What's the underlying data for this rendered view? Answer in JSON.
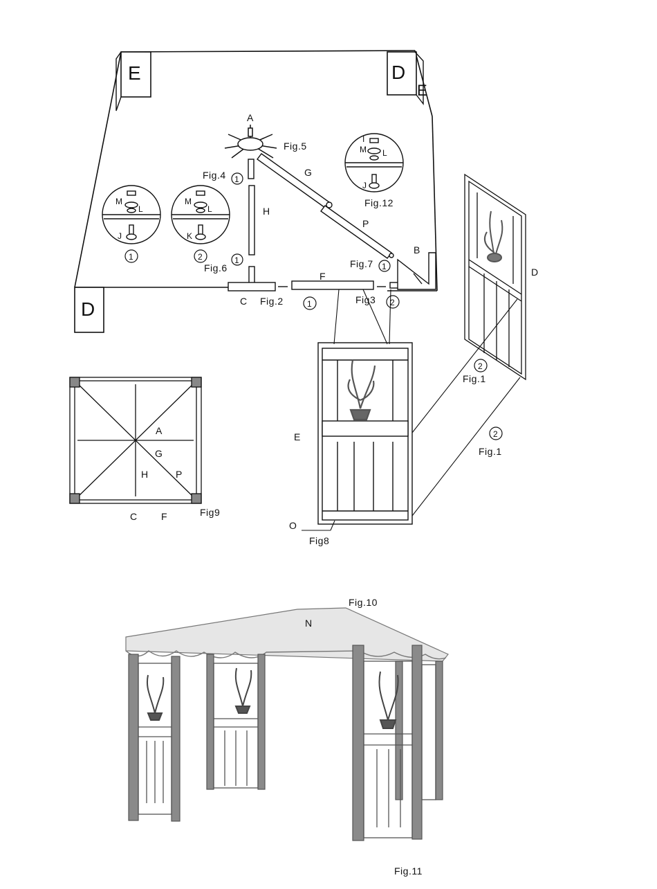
{
  "callouts": {
    "corner_top_left": "E",
    "corner_top_right_d": "D",
    "corner_top_right_e": "E",
    "corner_bottom_left": "D",
    "A": "A",
    "G": "G",
    "H": "H",
    "P": "P",
    "B": "B",
    "C": "C",
    "F": "F",
    "E_panel": "E",
    "D_panel": "D",
    "O": "O",
    "N": "N",
    "one": "1",
    "two": "2"
  },
  "hardware": {
    "M": "M",
    "L": "L",
    "I": "I",
    "J": "J",
    "K": "K"
  },
  "figures": {
    "fig1": "Fig.1",
    "fig2": "Fig.2",
    "fig3": "Fig3",
    "fig4": "Fig.4",
    "fig5": "Fig.5",
    "fig6": "Fig.6",
    "fig7": "Fig.7",
    "fig8": "Fig8",
    "fig9": "Fig9",
    "fig10": "Fig.10",
    "fig11": "Fig.11",
    "fig12": "Fig.12"
  },
  "plan_view": {
    "A": "A",
    "G": "G",
    "H": "H",
    "P": "P",
    "C": "C",
    "F": "F"
  },
  "colors": {
    "ink": "#111111",
    "canopy": "#e6e6e6",
    "frame": "#6a6a6a",
    "plant": "#555555"
  }
}
